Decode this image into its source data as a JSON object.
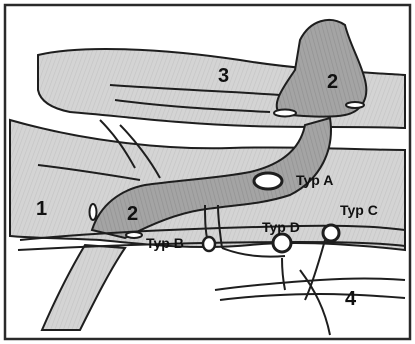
{
  "colors": {
    "frame_border": "#2a2a2a",
    "background": "#ffffff",
    "outer_vessel": "#d7d7d7",
    "inner_vessel": "#a9a9a9",
    "dark_vessel": "#8a8a8a",
    "outline": "#1e1e1e"
  },
  "labels": {
    "region_1": "1",
    "region_2_left": "2",
    "region_2_right": "2",
    "region_3": "3",
    "region_4": "4",
    "typ_a": "Typ A",
    "typ_b": "Typ B",
    "typ_c": "Typ C",
    "typ_d": "Typ  D"
  }
}
